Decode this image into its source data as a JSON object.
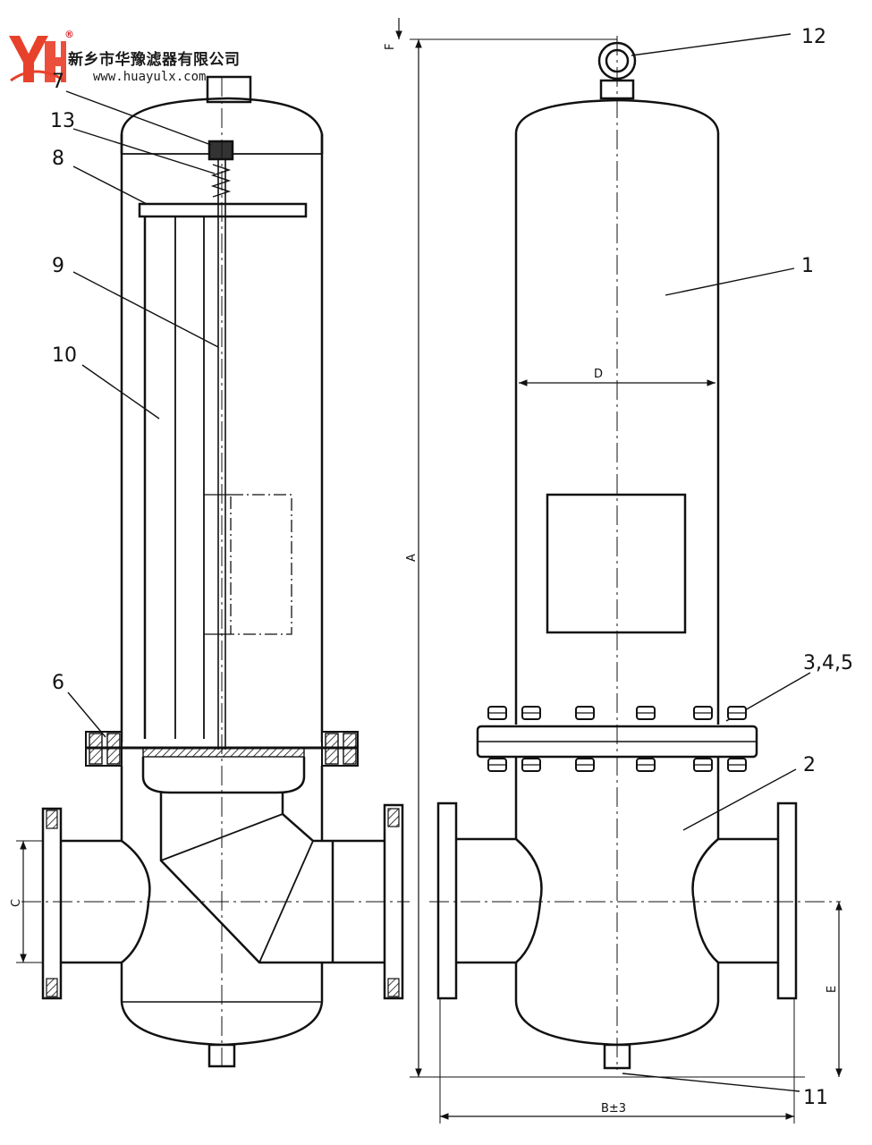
{
  "logo": {
    "company_name": "新乡市华豫滤器有限公司",
    "url": "www.huayulx.com",
    "registered_mark": "®",
    "brand_color": "#e8412b"
  },
  "callouts": {
    "c7": "7",
    "c13": "13",
    "c8": "8",
    "c9": "9",
    "c10": "10",
    "c6": "6",
    "c12": "12",
    "c1": "1",
    "c345": "3,4,5",
    "c2": "2",
    "c11": "11"
  },
  "dimensions": {
    "A": "A",
    "B": "B±3",
    "C": "C",
    "D": "D",
    "E": "E",
    "F": "F"
  },
  "colors": {
    "line": "#111111",
    "background": "#ffffff"
  }
}
